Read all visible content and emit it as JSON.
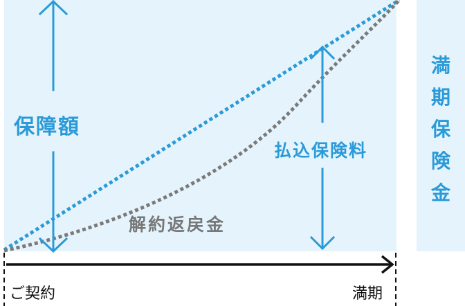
{
  "diagram": {
    "type": "insurance-concept",
    "labels": {
      "coverage": "保障額",
      "premiums_paid": "払込保険料",
      "surrender_value": "解約返戻金",
      "maturity_benefit": [
        "満",
        "期",
        "保",
        "険",
        "金"
      ]
    },
    "timeline": {
      "start": "ご契約",
      "end": "満期"
    },
    "colors": {
      "panel_bg": "#e5f4fc",
      "accent_blue": "#2a9ad8",
      "surrender_gray": "#777777",
      "axis": "#111111"
    },
    "series": [
      {
        "name": "払込保険料",
        "style": "blue-dotted-linear"
      },
      {
        "name": "解約返戻金",
        "style": "gray-dotted-curve"
      }
    ]
  }
}
